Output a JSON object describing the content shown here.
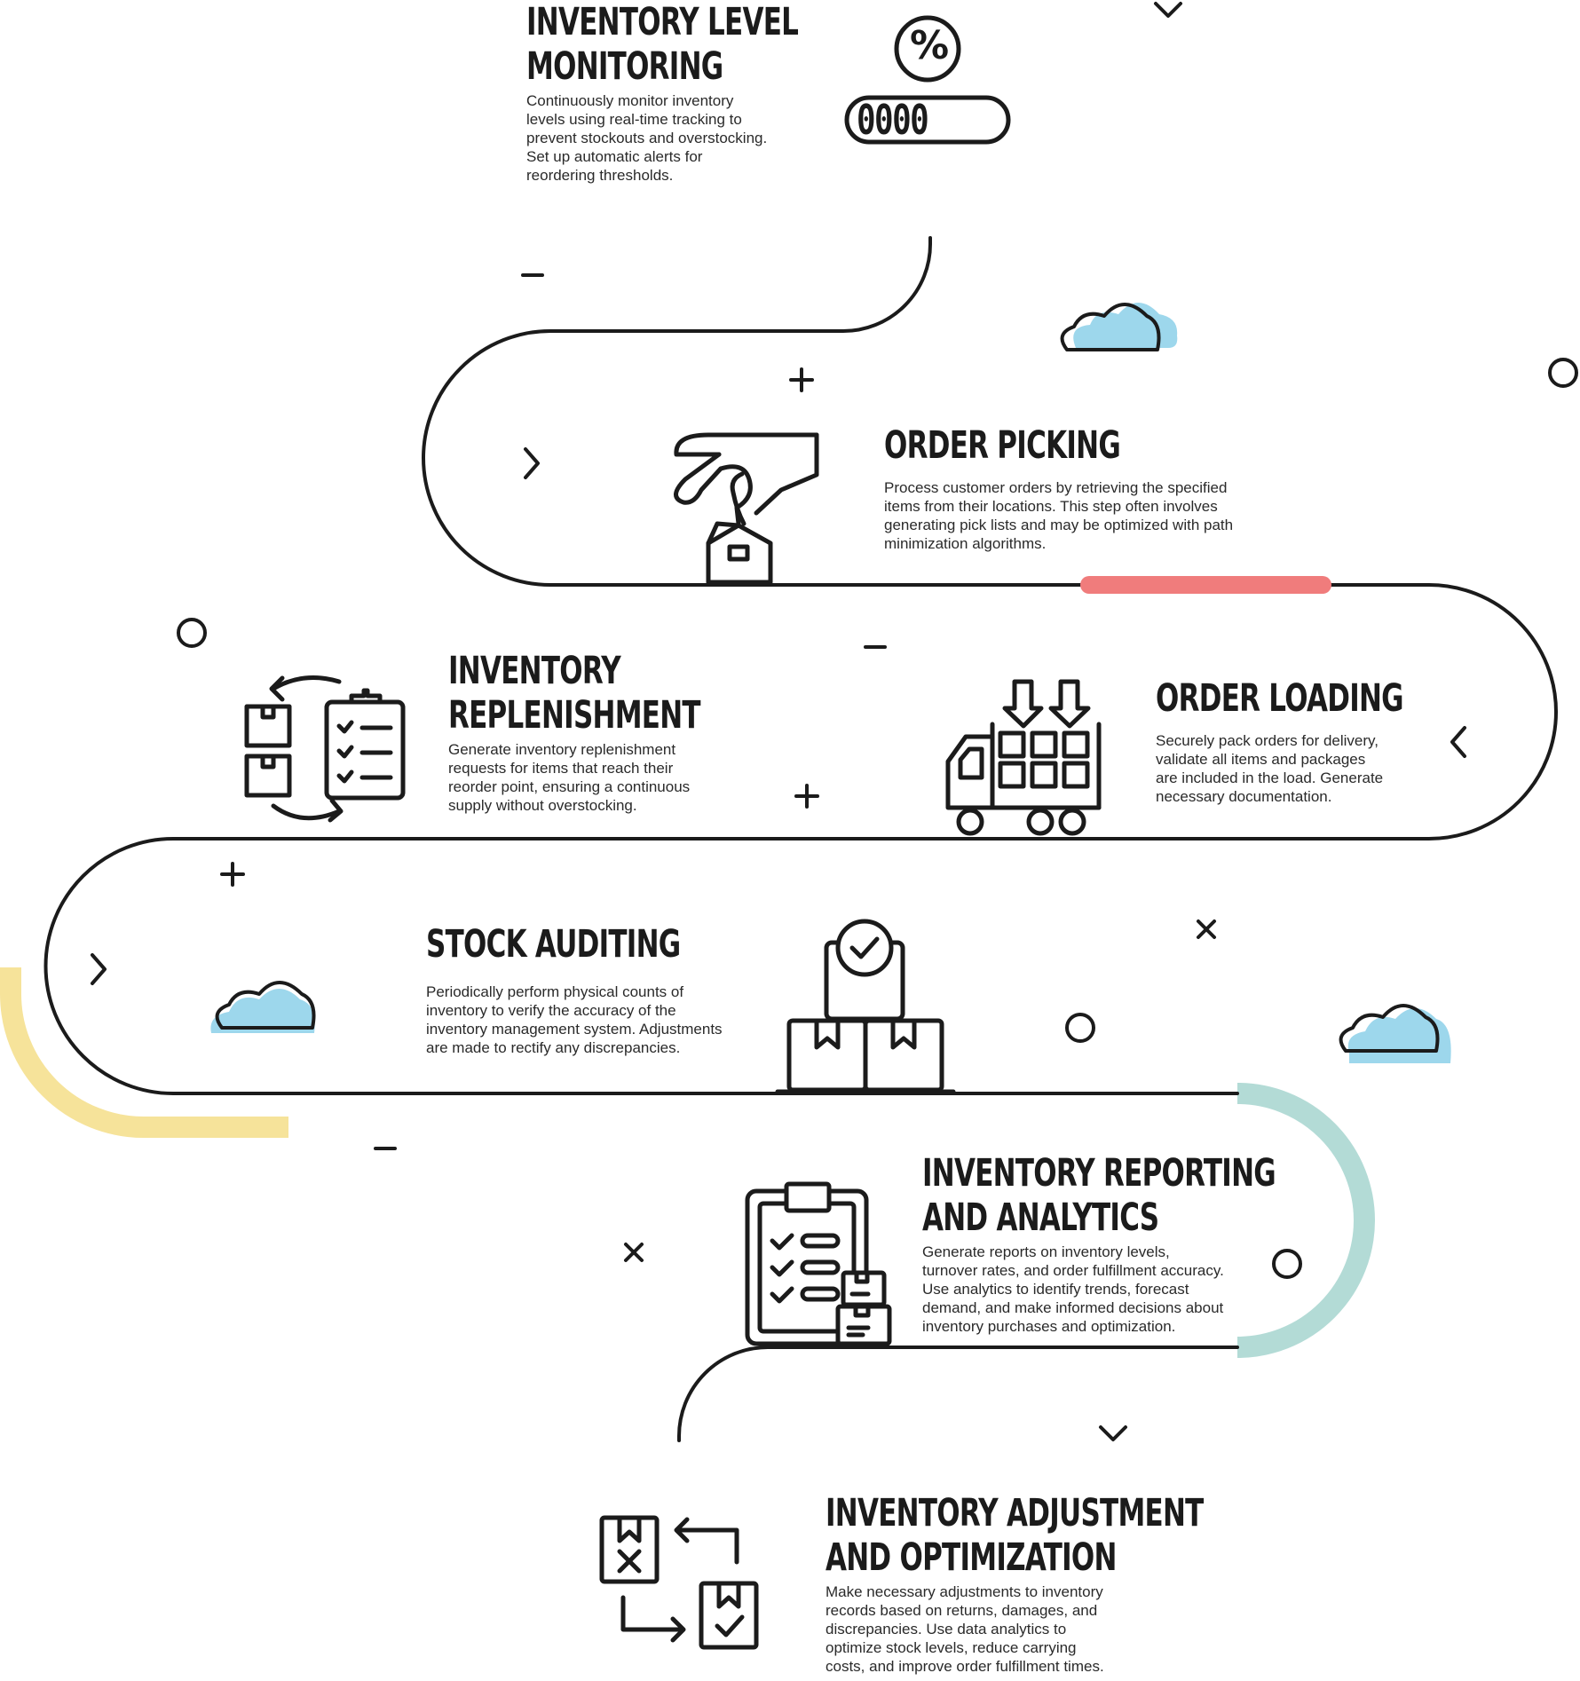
{
  "steps": [
    {
      "id": "inventory-level-monitoring",
      "title_lines": [
        "INVENTORY LEVEL",
        "MONITORING"
      ],
      "desc_lines": [
        "Continuously monitor inventory",
        "levels using real-time tracking to",
        "prevent stockouts and overstocking.",
        "Set up automatic alerts for",
        "reordering thresholds."
      ],
      "icon": "percent-counter-icon"
    },
    {
      "id": "order-picking",
      "title_lines": [
        "ORDER PICKING"
      ],
      "desc_lines": [
        "Process customer orders by retrieving the specified",
        "items from their locations. This step often involves",
        "generating pick lists and may be optimized with path",
        "minimization algorithms."
      ],
      "icon": "hand-picking-box-icon"
    },
    {
      "id": "inventory-replenishment",
      "title_lines": [
        "INVENTORY",
        "REPLENISHMENT"
      ],
      "desc_lines": [
        "Generate inventory replenishment",
        "requests for items that reach their",
        "reorder point, ensuring a continuous",
        "supply without overstocking."
      ],
      "icon": "replenishment-checklist-icon"
    },
    {
      "id": "order-loading",
      "title_lines": [
        "ORDER LOADING"
      ],
      "desc_lines": [
        "Securely pack orders for delivery,",
        "validate all items and packages",
        "are included in the load. Generate",
        "necessary documentation."
      ],
      "icon": "loading-truck-icon"
    },
    {
      "id": "stock-auditing",
      "title_lines": [
        "STOCK AUDITING"
      ],
      "desc_lines": [
        "Periodically perform physical counts of",
        "inventory to verify the accuracy of the",
        "inventory management system. Adjustments",
        "are made to rectify any discrepancies."
      ],
      "icon": "boxes-check-icon"
    },
    {
      "id": "inventory-reporting",
      "title_lines": [
        "INVENTORY REPORTING",
        "AND ANALYTICS"
      ],
      "desc_lines": [
        "Generate reports on inventory levels,",
        "turnover rates, and order fulfillment accuracy.",
        "Use analytics to identify trends, forecast",
        "demand, and make informed decisions about",
        "inventory purchases and optimization."
      ],
      "icon": "clipboard-report-icon"
    },
    {
      "id": "inventory-adjustment",
      "title_lines": [
        "INVENTORY ADJUSTMENT",
        "AND OPTIMIZATION"
      ],
      "desc_lines": [
        "Make necessary adjustments to inventory",
        "records based on returns, damages, and",
        "discrepancies. Use data analytics to",
        "optimize stock levels, reduce carrying",
        "costs, and improve order fulfillment times."
      ],
      "icon": "swap-boxes-icon"
    }
  ],
  "monitor_widget": {
    "symbol": "%",
    "counter": "0000"
  },
  "colors": {
    "line": "#1b1b1b",
    "accent_red": "#f07c7c",
    "accent_yellow": "#f6e39a",
    "accent_teal": "#b3dbd6",
    "cloud_blue": "#9dd7ec"
  }
}
